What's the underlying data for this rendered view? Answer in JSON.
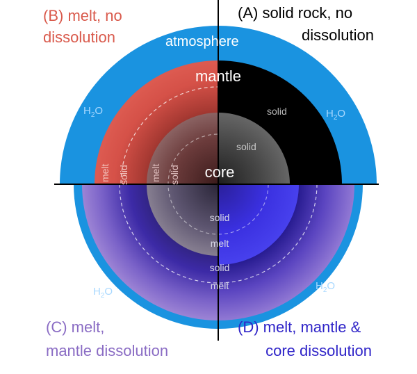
{
  "scenarios": {
    "A": {
      "label_line1": "(A) solid rock, no",
      "label_line2": "dissolution"
    },
    "B": {
      "label_line1": "(B) melt, no",
      "label_line2": "dissolution"
    },
    "C": {
      "label_line1": "(C) melt,",
      "label_line2": "mantle dissolution"
    },
    "D": {
      "label_line1": "(D) melt, mantle &",
      "label_line2": "core dissolution"
    }
  },
  "layers": {
    "atmosphere": "atmosphere",
    "mantle": "mantle",
    "core": "core"
  },
  "water": {
    "base": "H",
    "sub": "2",
    "tail": "O"
  },
  "phase": {
    "solid": "solid",
    "melt": "melt"
  },
  "colors": {
    "water_blue": "#1a93e0",
    "melt_red": "#d9574c",
    "solid_black": "#000000",
    "mantle_purple": "#9a7ed2",
    "core_blue": "#2a22d6",
    "core_grey": "#5a5a5a",
    "label_red": "#d95a4c",
    "label_purple": "#8a6cc4",
    "label_blue": "#2f24c8"
  }
}
